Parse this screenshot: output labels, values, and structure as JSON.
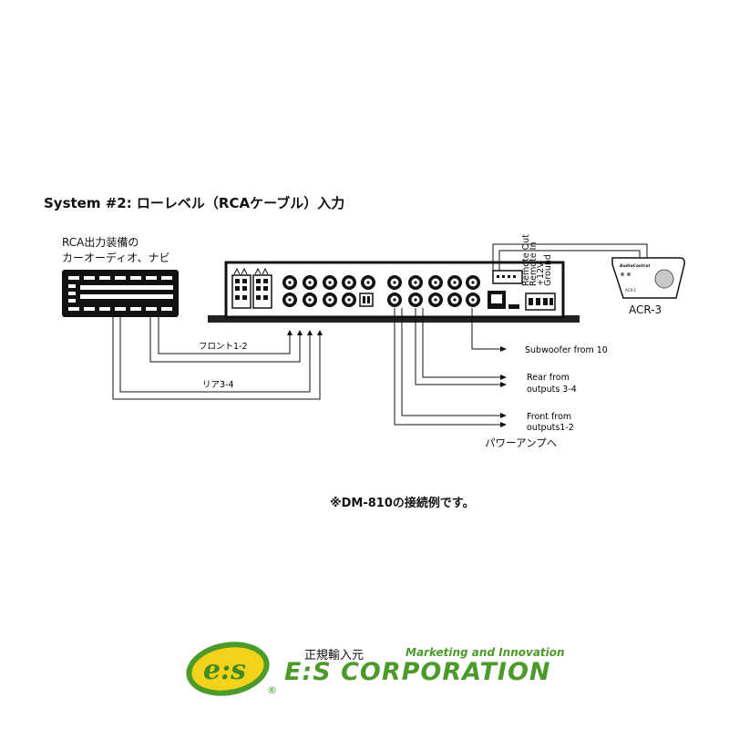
{
  "title": "System #2:  ローレベル（RCAケーブル）入力",
  "source": {
    "line1": "RCA出力装備の",
    "line2": "カーオーディオ、ナビ"
  },
  "connections": {
    "front_in": "フロント1-2",
    "rear_in": "リア3-4",
    "sub_out": "Subwoofer from 10",
    "rear_out_1": "Rear from",
    "rear_out_2": "outputs 3-4",
    "front_out_1": "Front from",
    "front_out_2": "outputs1-2",
    "amp": "パワーアンプへ"
  },
  "remote": {
    "label": "ACR-3",
    "brand_mark": "AudioControl",
    "model_mark": "ACR-1"
  },
  "device_marks": {
    "jack_labels": [
      "Remote Out",
      "Remote In",
      "+12V",
      "Ground"
    ]
  },
  "note": "※DM-810の接続例です。",
  "logo": {
    "brand_mark": "e:s",
    "importer": "正規輸入元",
    "tagline": "Marketing and Innovation",
    "corp": "E:S CORPORATION",
    "reg": "®"
  },
  "colors": {
    "ink": "#111111",
    "logo_green": "#4c9a2a",
    "logo_yellow": "#f2d21b"
  }
}
